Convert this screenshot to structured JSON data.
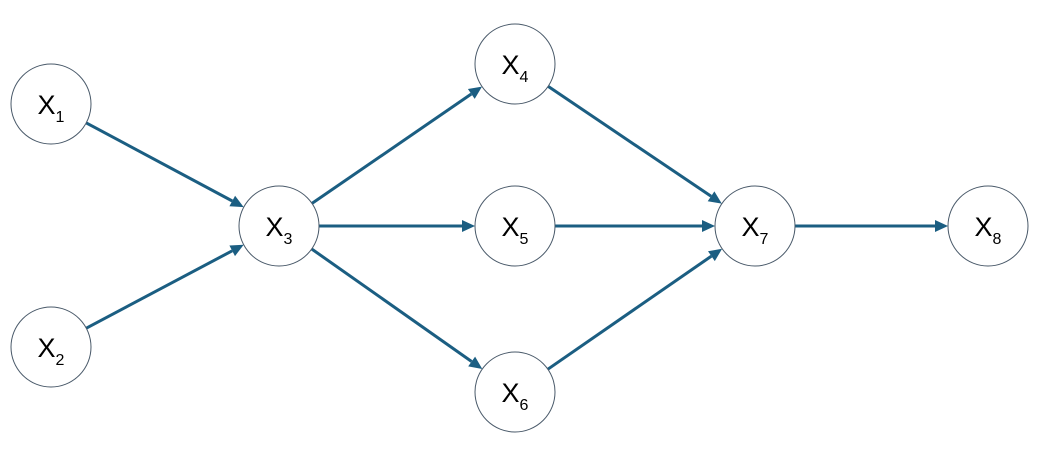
{
  "colors": {
    "edge": "#1b5e82",
    "node_stroke": "#4a5a6a",
    "node_fill": "#ffffff",
    "text": "#000000"
  },
  "nodes": [
    {
      "id": "x1",
      "base": "X",
      "sub": "1"
    },
    {
      "id": "x2",
      "base": "X",
      "sub": "2"
    },
    {
      "id": "x3",
      "base": "X",
      "sub": "3"
    },
    {
      "id": "x4",
      "base": "X",
      "sub": "4"
    },
    {
      "id": "x5",
      "base": "X",
      "sub": "5"
    },
    {
      "id": "x6",
      "base": "X",
      "sub": "6"
    },
    {
      "id": "x7",
      "base": "X",
      "sub": "7"
    },
    {
      "id": "x8",
      "base": "X",
      "sub": "8"
    }
  ],
  "edges": [
    {
      "from": "x1",
      "to": "x3"
    },
    {
      "from": "x2",
      "to": "x3"
    },
    {
      "from": "x3",
      "to": "x4"
    },
    {
      "from": "x3",
      "to": "x5"
    },
    {
      "from": "x3",
      "to": "x6"
    },
    {
      "from": "x4",
      "to": "x7"
    },
    {
      "from": "x5",
      "to": "x7"
    },
    {
      "from": "x6",
      "to": "x7"
    },
    {
      "from": "x7",
      "to": "x8"
    }
  ]
}
